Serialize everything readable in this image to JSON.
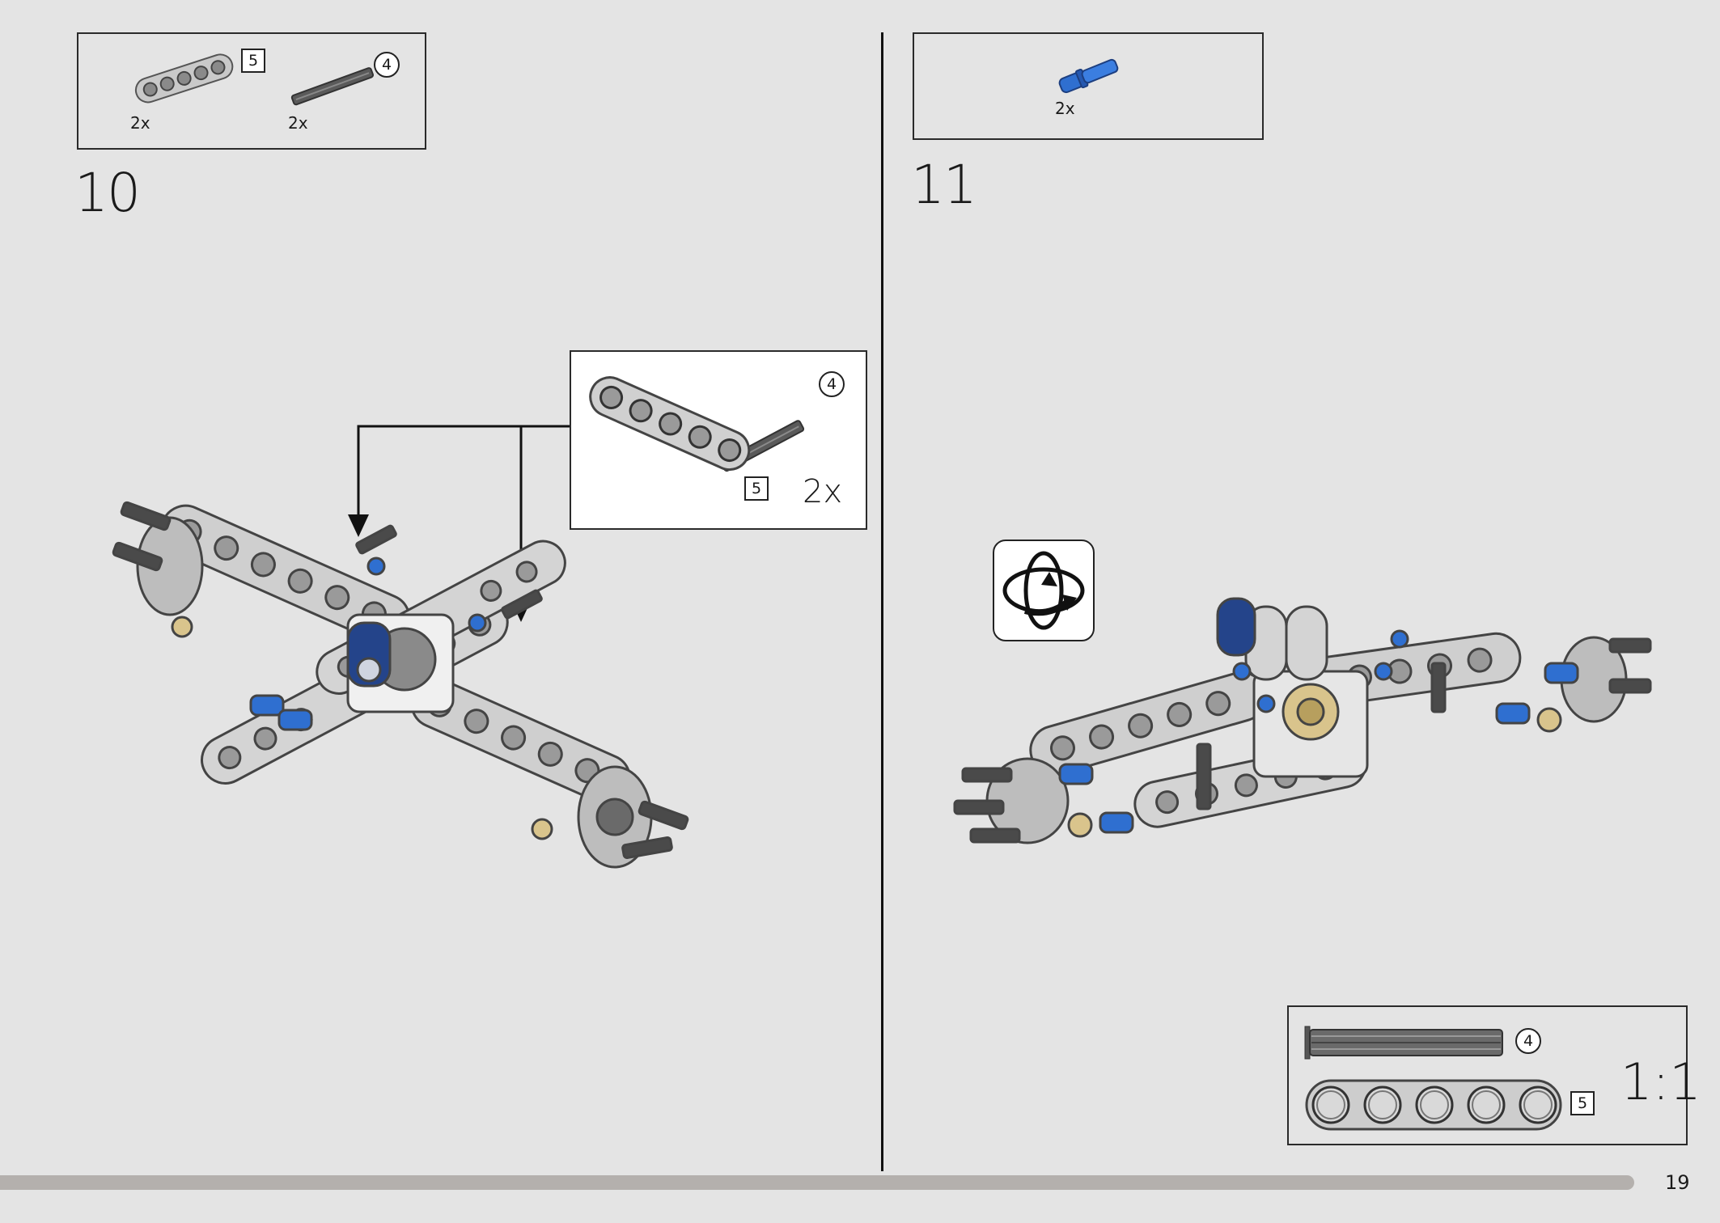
{
  "step10": {
    "number": "10",
    "parts": [
      {
        "qty": "2x",
        "size_label": "5",
        "icon": "beam-5-icon"
      },
      {
        "qty": "2x",
        "size_label": "4",
        "icon": "axle-4-icon"
      }
    ],
    "callout": {
      "axle_label": "4",
      "beam_label": "5",
      "multiplier": "2x"
    }
  },
  "step11": {
    "number": "11",
    "parts": [
      {
        "qty": "2x",
        "icon": "blue-pin-icon"
      }
    ],
    "rotate_icon": "rotate-model-icon"
  },
  "scale_ref": {
    "axle_label": "4",
    "beam_label": "5",
    "scale": "1:1"
  },
  "progress": {
    "fraction": 0.95
  },
  "page_number": "19",
  "colors": {
    "background": "#e4e4e4",
    "beam": "#c8c8c8",
    "axle": "#555555",
    "blue": "#2f6fd0",
    "dark_blue": "#24448a",
    "tan": "#d9c48c"
  }
}
